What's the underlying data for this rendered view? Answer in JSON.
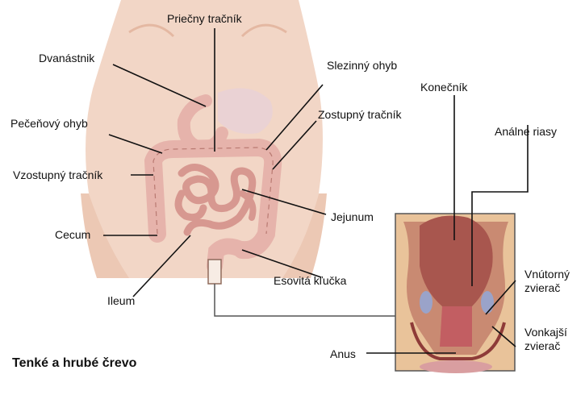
{
  "title": "Tenké a hrubé črevo",
  "labels": {
    "priecny_tracnik": "Priečny tračník",
    "dvanastnik": "Dvanástnik",
    "slezinny_ohyb": "Slezinný ohyb",
    "konecnik": "Konečník",
    "pecenovy_ohyb": "Pečeňový ohyb",
    "zostupny_tracnik": "Zostupný tračník",
    "analne_riasy": "Análne riasy",
    "vzostupny_tracnik": "Vzostupný tračník",
    "jejunum": "Jejunum",
    "cecum": "Cecum",
    "esovita_klucka": "Esovitá kľučka",
    "ileum": "Ileum",
    "vnutorny_zvierac_1": "Vnútorný",
    "vnutorny_zvierac_2": "zvierač",
    "vonkajsi_zvierac_1": "Vonkajší",
    "vonkajsi_zvierac_2": "zvierač",
    "anus": "Anus"
  },
  "colors": {
    "skin": "#f2d6c6",
    "skin_shadow": "#e4b8a2",
    "intestine": "#e6b3ab",
    "intestine_dark": "#b97a72",
    "rectum_bg": "#e9c39a",
    "rectum_tissue": "#a8564e",
    "leader_line": "#111111"
  }
}
